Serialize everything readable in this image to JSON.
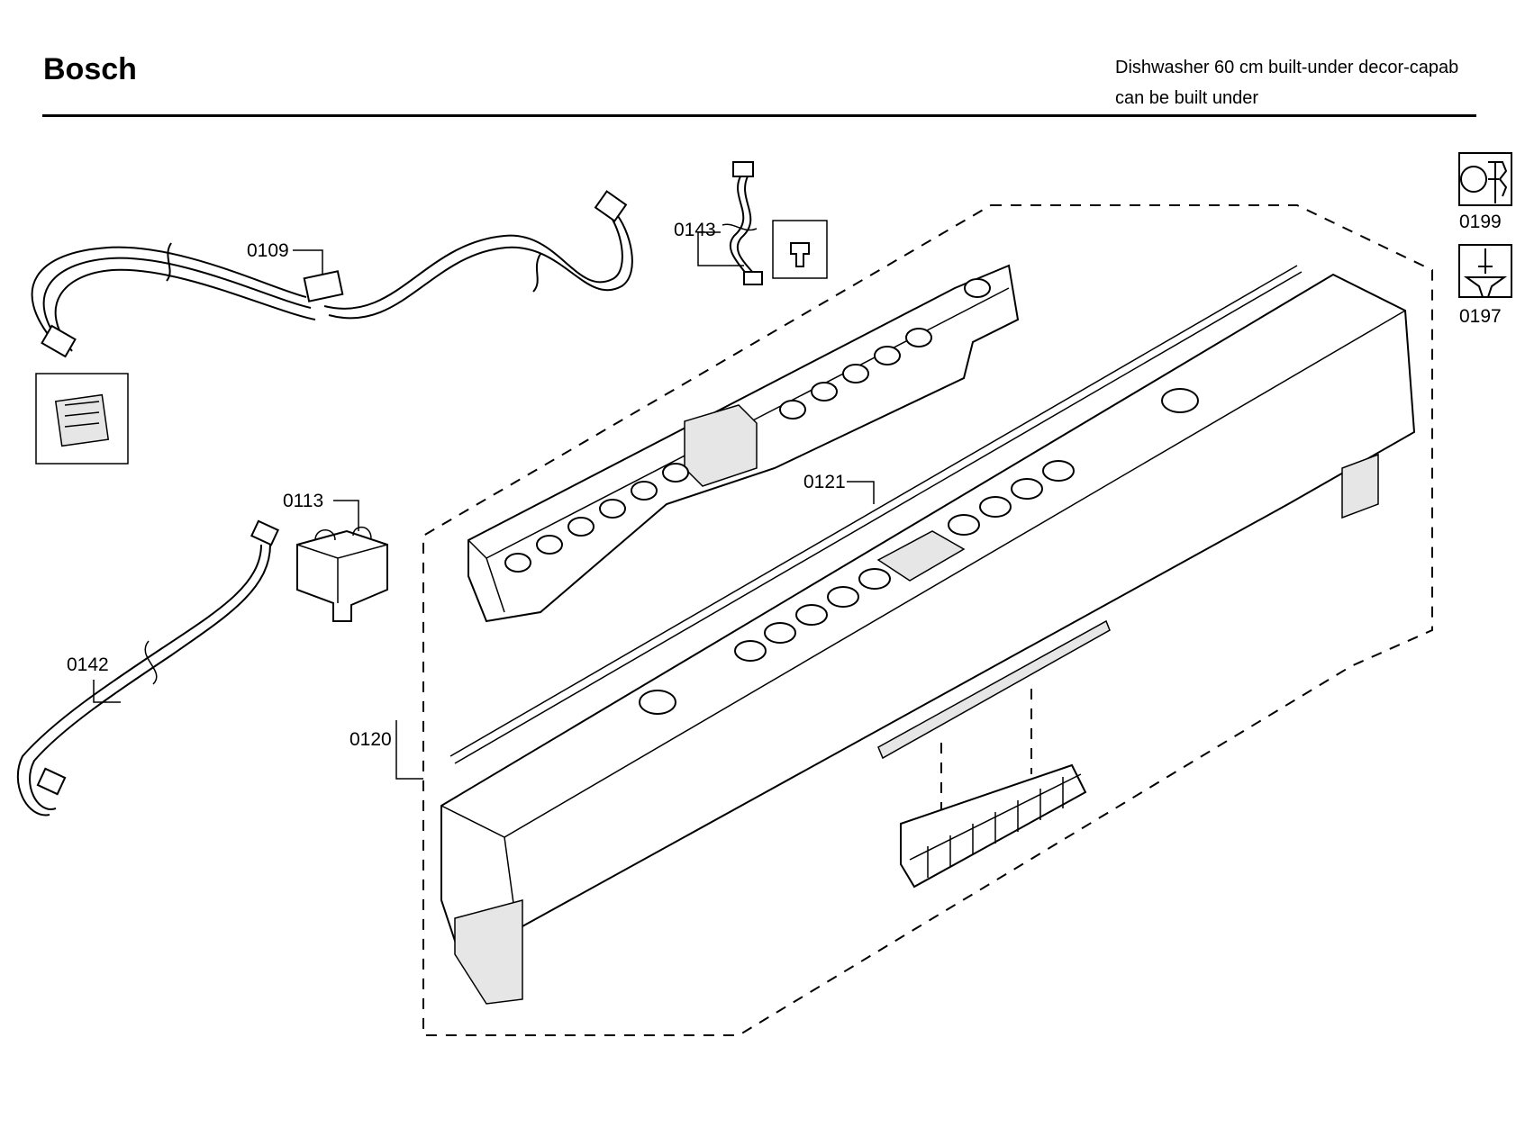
{
  "header": {
    "brand": "Bosch",
    "title_line1": "Dishwasher 60 cm built-under decor-capab",
    "title_line2": "can be built under"
  },
  "parts": [
    {
      "id": "0109"
    },
    {
      "id": "0143"
    },
    {
      "id": "0113"
    },
    {
      "id": "0142"
    },
    {
      "id": "0120"
    },
    {
      "id": "0121"
    }
  ],
  "tools": [
    {
      "id": "0199",
      "icon": "wrench-icon"
    },
    {
      "id": "0197",
      "icon": "screwdriver-icon"
    }
  ]
}
